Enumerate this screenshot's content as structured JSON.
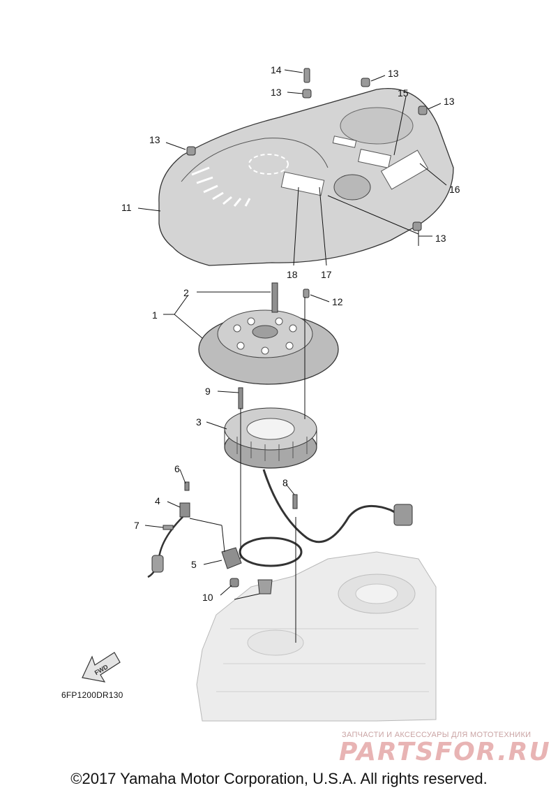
{
  "callouts": [
    {
      "id": "1",
      "label": "1"
    },
    {
      "id": "2",
      "label": "2"
    },
    {
      "id": "3",
      "label": "3"
    },
    {
      "id": "4",
      "label": "4"
    },
    {
      "id": "5",
      "label": "5"
    },
    {
      "id": "6",
      "label": "6"
    },
    {
      "id": "7",
      "label": "7"
    },
    {
      "id": "8",
      "label": "8"
    },
    {
      "id": "9",
      "label": "9"
    },
    {
      "id": "10",
      "label": "10"
    },
    {
      "id": "11",
      "label": "11"
    },
    {
      "id": "12",
      "label": "12"
    },
    {
      "id": "13",
      "label": "13"
    },
    {
      "id": "14",
      "label": "14"
    },
    {
      "id": "15",
      "label": "15"
    },
    {
      "id": "16",
      "label": "16"
    },
    {
      "id": "17",
      "label": "17"
    },
    {
      "id": "18",
      "label": "18"
    }
  ],
  "fwd_label": "FWD",
  "diagram_code": "6FP1200DR130",
  "watermark": {
    "tagline": "ЗАПЧАСТИ И АКСЕССУАРЫ ДЛЯ МОТОТЕХНИКИ",
    "brand": "PARTSFOR.RU"
  },
  "copyright": "©2017 Yamaha Motor Corporation, U.S.A. All rights reserved.",
  "colors": {
    "ink": "#111111",
    "part_fill": "#d9d9d9",
    "part_dark": "#8a8a8a",
    "engine_fill": "#ececec",
    "watermark": "#e8b4b4"
  }
}
